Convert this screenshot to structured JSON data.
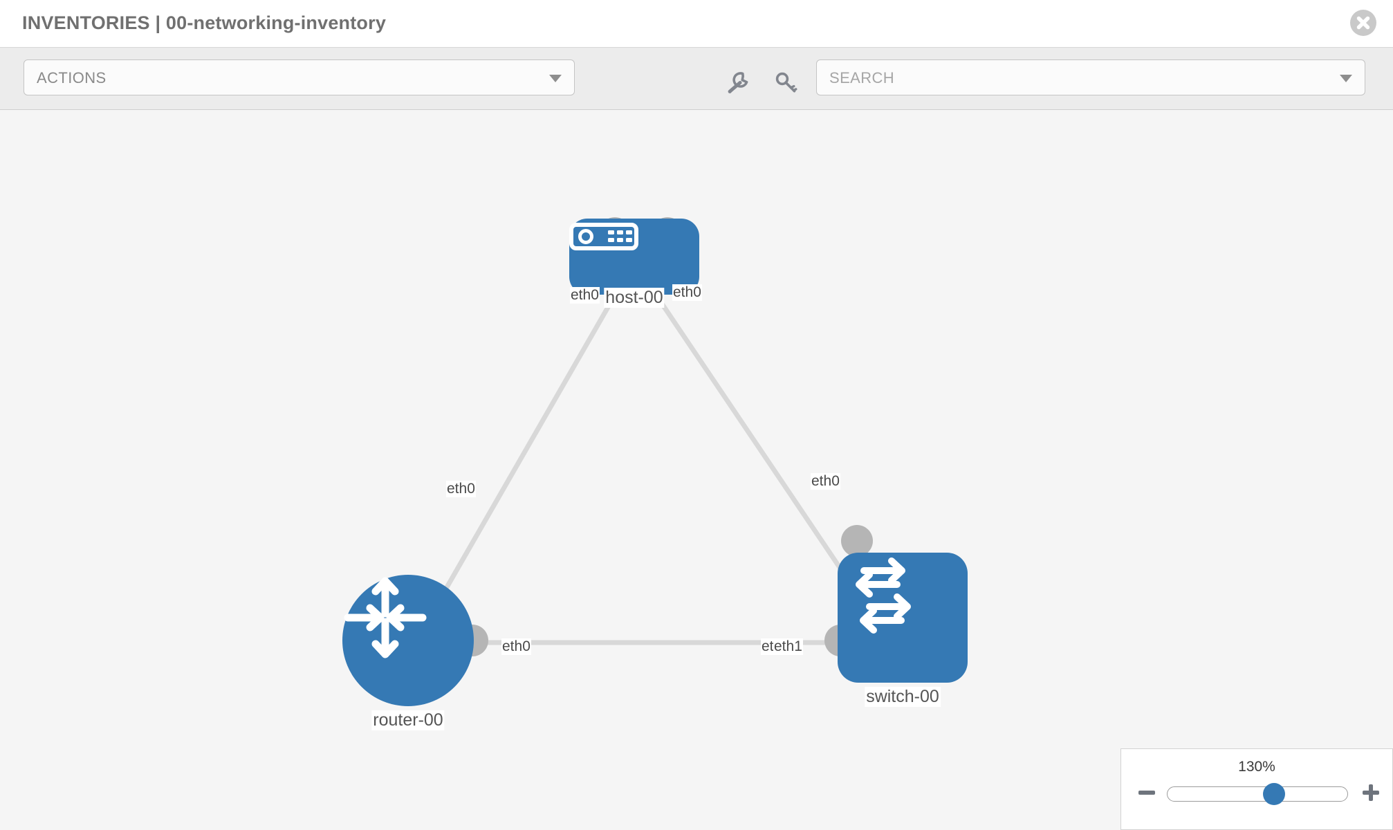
{
  "header": {
    "title": "INVENTORIES | 00-networking-inventory",
    "close_label": "close-icon"
  },
  "toolbar": {
    "actions_label": "ACTIONS",
    "actions_caret": "chevron-down-icon",
    "wrench_icon": "wrench-icon",
    "key_icon": "key-icon",
    "search_placeholder": "SEARCH",
    "search_value": "",
    "search_caret": "chevron-down-icon"
  },
  "topology": {
    "nodes": [
      {
        "id": "host-00",
        "label": "host-00",
        "type": "host",
        "icon": "server-icon"
      },
      {
        "id": "router-00",
        "label": "router-00",
        "type": "router",
        "icon": "router-arrows-icon"
      },
      {
        "id": "switch-00",
        "label": "switch-00",
        "type": "switch",
        "icon": "switch-arrows-icon"
      }
    ],
    "links": [
      {
        "from": "router-00",
        "from_iface": "eth0",
        "to": "host-00",
        "to_iface": "eth0"
      },
      {
        "from": "host-00",
        "from_iface": "eth0",
        "to": "switch-00",
        "to_iface": "eth0"
      },
      {
        "from": "router-00",
        "from_iface": "eth0",
        "to": "switch-00",
        "to_iface": "eth1"
      }
    ],
    "interface_labels": {
      "host_left": "eth0",
      "host_right": "eth0",
      "router_to_host": "eth0",
      "switch_to_host": "eth0",
      "router_right": "eth0",
      "switch_left_a": "eth",
      "switch_left_b": "eth1"
    },
    "accent_color": "#3579b4",
    "link_color": "#d8d8d8",
    "interface_color": "#b5b5b5"
  },
  "zoom_control": {
    "value_label": "130%",
    "minus_label": "zoom-out",
    "plus_label": "zoom-in",
    "slider_percent": 60
  }
}
